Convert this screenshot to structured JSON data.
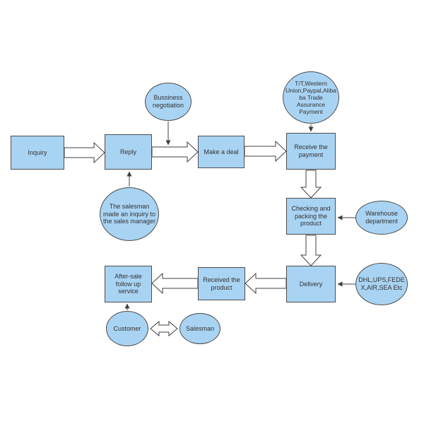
{
  "diagram": {
    "type": "flowchart",
    "colors": {
      "node_fill": "#a9d3f3",
      "node_border": "#4d4d4d",
      "arrow_fill": "#ffffff",
      "arrow_border": "#404040",
      "text": "#333333",
      "background": "#ffffff"
    },
    "nodes": {
      "inquiry": {
        "label": "Inquiry",
        "shape": "rect"
      },
      "reply": {
        "label": "Reply",
        "shape": "rect"
      },
      "make_deal": {
        "label": "Make a deal",
        "shape": "rect"
      },
      "receive_payment": {
        "label": "Receive the payment",
        "shape": "rect"
      },
      "checking": {
        "label": "Checking and packing the product",
        "shape": "rect"
      },
      "delivery": {
        "label": "Delivery",
        "shape": "rect"
      },
      "received_product": {
        "label": "Received the product",
        "shape": "rect"
      },
      "after_sale": {
        "label": "After-sale follow up service",
        "shape": "rect"
      },
      "business_negotiation": {
        "label": "Bussiness negotiation",
        "shape": "ellipse"
      },
      "payment_methods": {
        "label": "T/T,Western Union,Paypal,Alibaba Trade Assurance Payment",
        "shape": "ellipse"
      },
      "salesman_inquiry": {
        "label": "The salesman made an inquiry to the sales manager",
        "shape": "ellipse"
      },
      "warehouse": {
        "label": "Warehouse department",
        "shape": "ellipse"
      },
      "shipping": {
        "label": "DHL,UPS,FEDEX,AIR,SEA Etc",
        "shape": "ellipse"
      },
      "customer": {
        "label": "Customer",
        "shape": "ellipse"
      },
      "salesman": {
        "label": "Salesman",
        "shape": "ellipse"
      }
    },
    "edges": [
      "Inquiry -> Reply",
      "Reply -> Make a deal",
      "Make a deal -> Receive the payment",
      "Receive the payment -> Checking and packing the product",
      "Checking and packing the product -> Delivery",
      "Delivery -> Received the product",
      "Received the product -> After-sale follow up service",
      "Bussiness negotiation -> (Reply/Make a deal step)",
      "Payment methods -> Receive the payment",
      "Salesman inquiry note -> Reply",
      "Warehouse department -> Checking and packing the product",
      "DHL,UPS,FEDEX,AIR,SEA Etc -> Delivery",
      "Customer -> After-sale follow up service",
      "Customer <-> Salesman"
    ]
  }
}
